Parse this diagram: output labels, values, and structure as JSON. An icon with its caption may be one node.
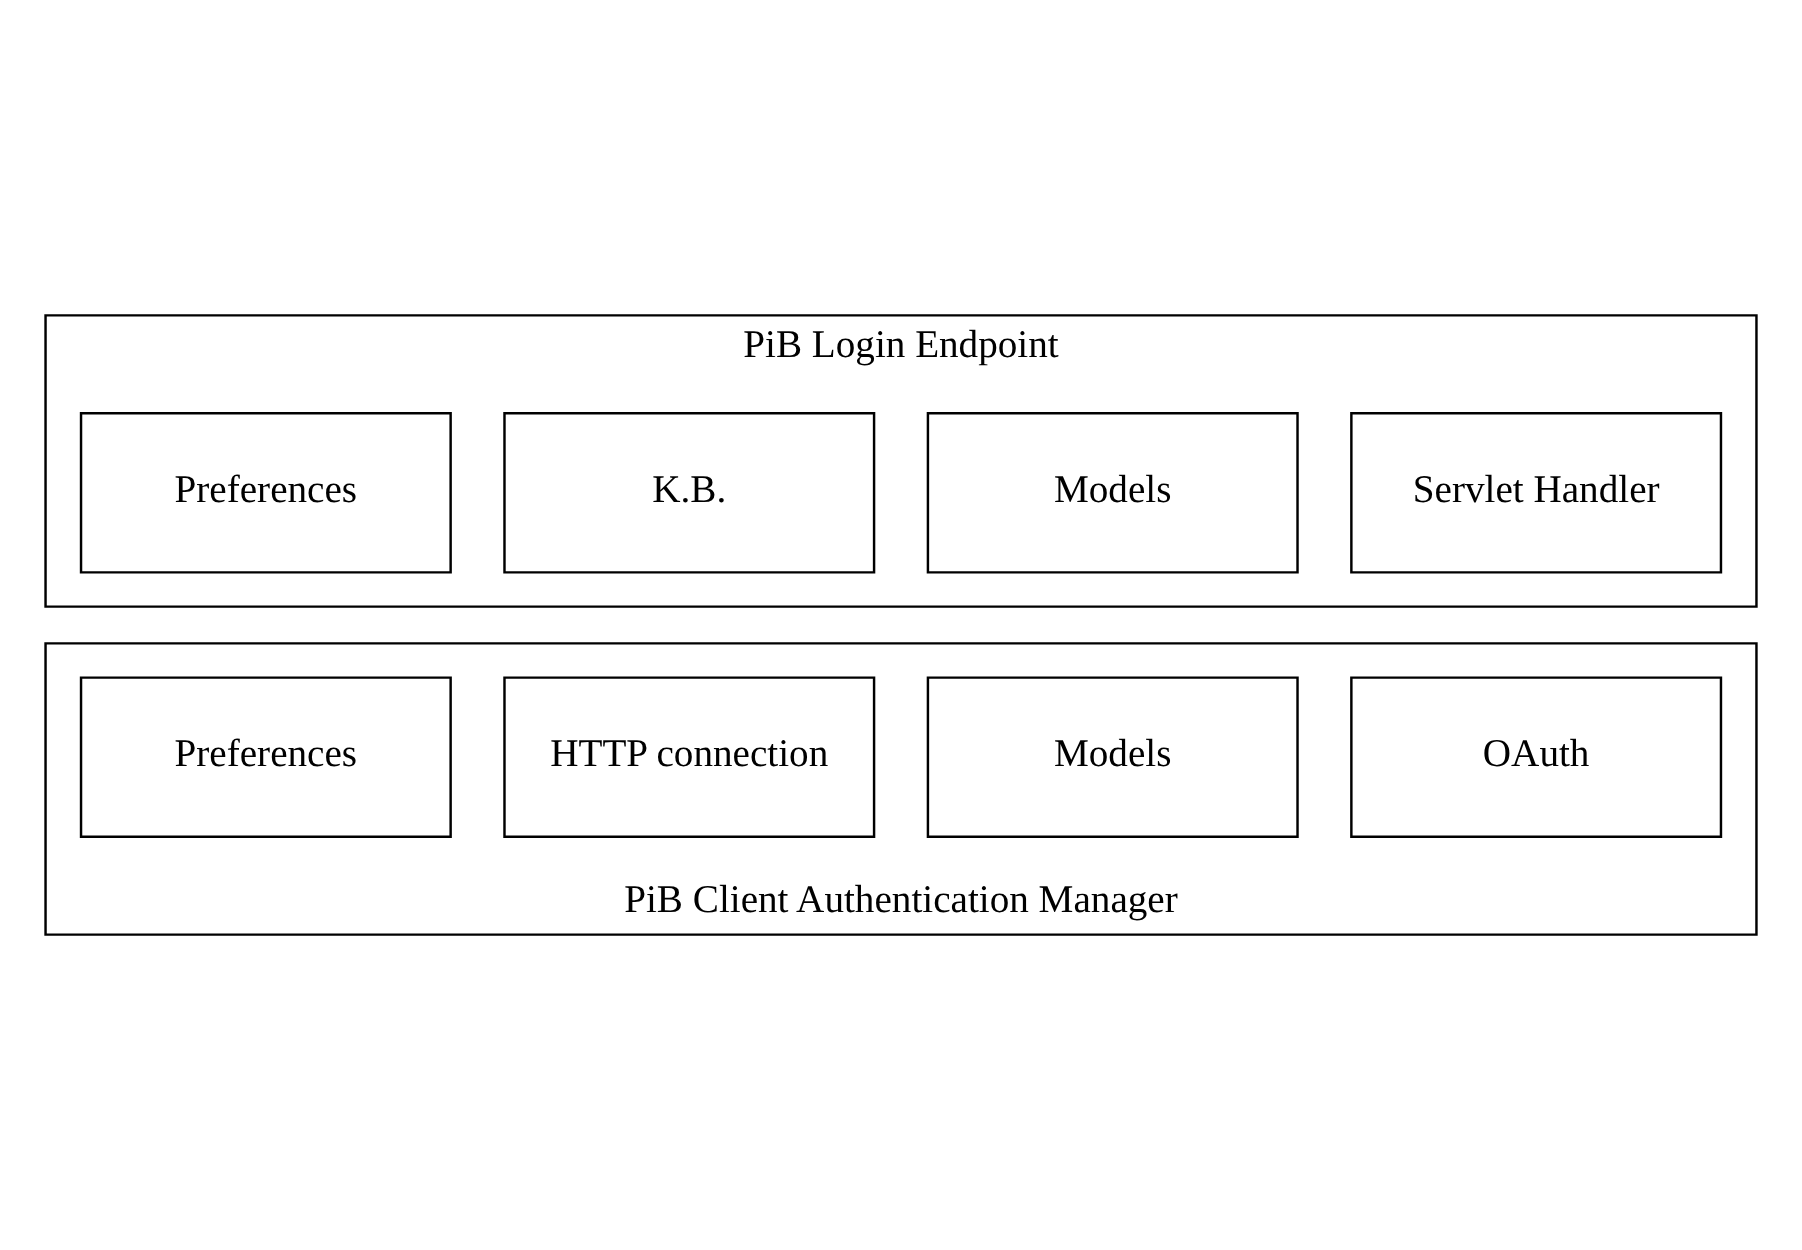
{
  "diagram": {
    "nodes": [
      {
        "text": [
          "PiB Login Endpoint"
        ]
      },
      {
        "text": [
          "Servlet Handler"
        ],
        "in": 0
      },
      {
        "text": [
          "Models"
        ],
        "in": 0
      },
      {
        "text": [
          "K.B."
        ],
        "in": 0
      },
      {
        "text": [
          "Preferences"
        ],
        "in": 0
      },
      {
        "text": [
          "PiB Client Authentication Manager"
        ]
      },
      {
        "text": [
          "OAuth"
        ],
        "in": 5
      },
      {
        "text": [
          "Models"
        ],
        "in": 5
      },
      {
        "text": [
          "HTTP connection"
        ],
        "in": 5
      },
      {
        "text": [
          "Preferences"
        ],
        "in": 5
      }
    ],
    "edges": []
  }
}
